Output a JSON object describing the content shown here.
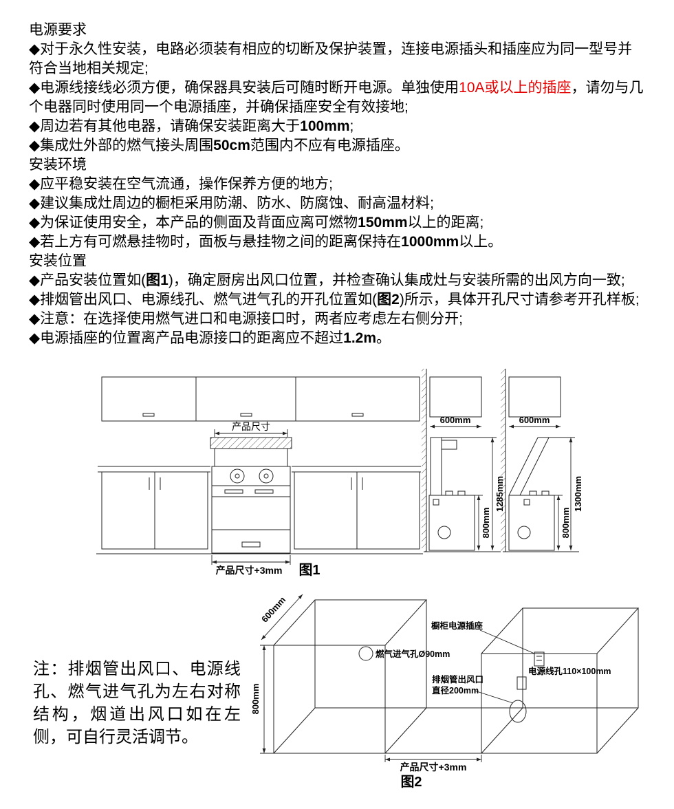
{
  "colors": {
    "red": "#e60000",
    "ink": "#222222"
  },
  "doc": {
    "t1": "电源要求",
    "l1": "◆对于永久性安装，电路必须装有相应的切断及保护装置，连接电源插头和插座应为同一型号并",
    "l2": "符合当地相关规定;",
    "l3a": "◆电源线接线必须方便，确保器具安装后可随时断开电源。单独使用",
    "l3b": "10A或以上的插座",
    "l3c": "，请勿与几",
    "l4": "个电器同时使用同一个电源插座，并确保插座安全有效接地;",
    "l5a": "◆周边若有其他电器，请确保安装距离大于",
    "l5b": "100mm",
    "l5c": ";",
    "l6a": "◆集成灶外部的燃气接头周围",
    "l6b": "50cm",
    "l6c": "范围内不应有电源插座。",
    "t2": "安装环境",
    "l7": "◆应平稳安装在空气流通，操作保养方便的地方;",
    "l8": "◆建议集成灶周边的橱柜采用防潮、防水、防腐蚀、耐高温材料;",
    "l9a": "◆为保证使用安全，本产品的侧面及背面应离可燃物",
    "l9b": "150mm",
    "l9c": "以上的距离;",
    "l10a": "◆若上方有可燃悬挂物时，面板与悬挂物之间的距离保持在",
    "l10b": "1000mm",
    "l10c": "以上。",
    "t3": "安装位置",
    "l11a": "◆产品安装位置如(",
    "l11b": "图1",
    "l11c": ")，确定厨房出风口位置，并检查确认集成灶与安装所需的出风方向一致;",
    "l12a": "◆排烟管出风口、电源线孔、燃气进气孔的开孔位置如(",
    "l12b": "图2",
    "l12c": ")所示，具体开孔尺寸请参考开孔样板;",
    "l13": "◆注意：在选择使用燃气进口和电源接口时，两者应考虑左右侧分开;",
    "l14a": "◆电源插座的位置离产品电源接口的距离应不超过",
    "l14b": "1.2m",
    "l14c": "。"
  },
  "fig1": {
    "caption": "图1",
    "product_dim": "产品尺寸",
    "product_dim_plus": "产品尺寸+3mm",
    "side1_depth": "600mm",
    "side1_total_height": "1285mm",
    "side1_body_height": "800mm",
    "side2_depth": "600mm",
    "side2_total_height": "1300mm",
    "side2_body_height": "800mm"
  },
  "fig2": {
    "caption": "图2",
    "note": "注：排烟管出风口、电源线孔、燃气进气孔为左右对称结构，烟道出风口如在左侧，可自行灵活调节。",
    "depth": "600mm",
    "height": "800mm",
    "gas_inlet_label": "燃气进气孔Ø90mm",
    "cabinet_socket_label": "橱柜电源插座",
    "power_cord_hole_label": "电源线孔110×100mm",
    "smoke_outlet_label_1": "排烟管出风口",
    "smoke_outlet_label_2": "直径200mm",
    "width_dim": "产品尺寸+3mm"
  }
}
